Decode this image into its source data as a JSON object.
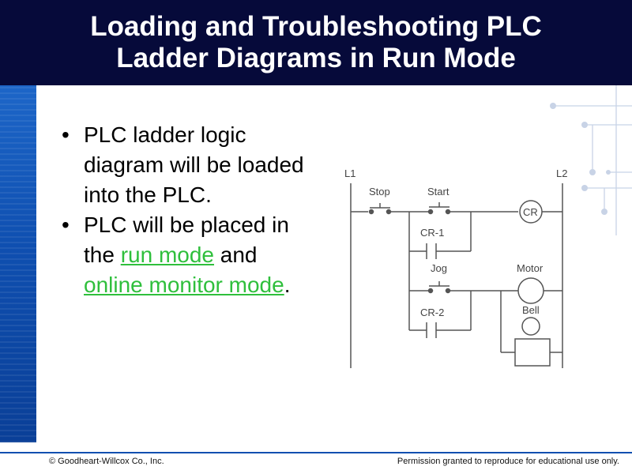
{
  "slide": {
    "title_line1": "Loading and Troubleshooting PLC",
    "title_line2": "Ladder Diagrams in Run Mode",
    "bullets": [
      {
        "text": "PLC ladder logic diagram will be loaded into the PLC."
      },
      {
        "before": "PLC will be placed in the ",
        "link1": "run mode",
        "middle": " and ",
        "link2": "online monitor mode",
        "after": "."
      }
    ]
  },
  "diagram": {
    "rail_left": "L1",
    "rail_right": "L2",
    "labels": {
      "stop": "Stop",
      "start": "Start",
      "cr": "CR",
      "cr1": "CR-1",
      "jog": "Jog",
      "motor": "Motor",
      "cr2": "CR-2",
      "bell": "Bell"
    }
  },
  "footer": {
    "copyright": "© Goodheart-Willcox Co., Inc.",
    "permission": "Permission granted to reproduce for educational use only."
  },
  "colors": {
    "title_bg": "#060a3a",
    "accent_blue": "#0f4fb0",
    "link_green": "#2fbf3c"
  }
}
